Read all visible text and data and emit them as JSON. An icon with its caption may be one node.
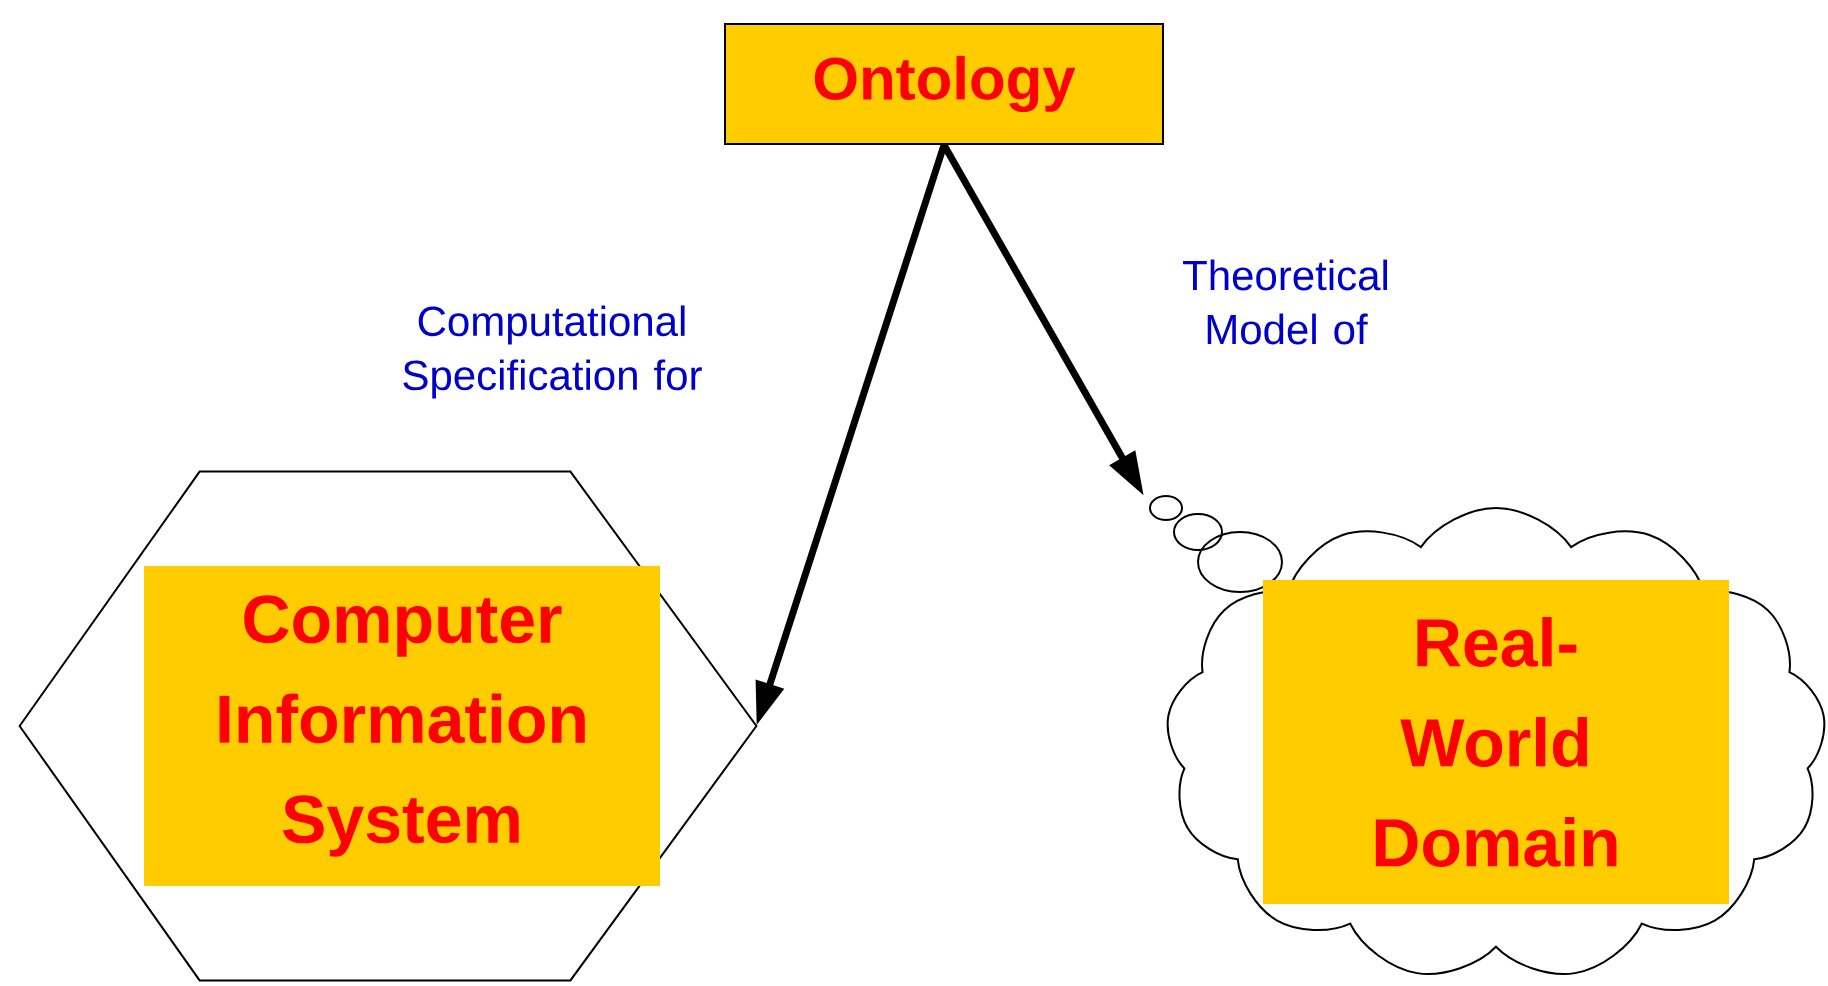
{
  "diagram": {
    "nodes": [
      {
        "text": [
          "Ontology"
        ]
      },
      {
        "text": [],
        "shape": "hexagon"
      },
      {
        "text": [
          "Computer Information System"
        ],
        "in": 1
      },
      {
        "text": [],
        "shape": "cloud"
      },
      {
        "text": [
          "Real-World Domain"
        ],
        "in": 3
      }
    ],
    "edges": [
      {
        "from": 0,
        "to": 1,
        "arrow": "to",
        "label": "Computational Specification for"
      },
      {
        "from": 0,
        "to": 3,
        "arrow": "to",
        "label": "Theoretical Model of"
      }
    ]
  }
}
